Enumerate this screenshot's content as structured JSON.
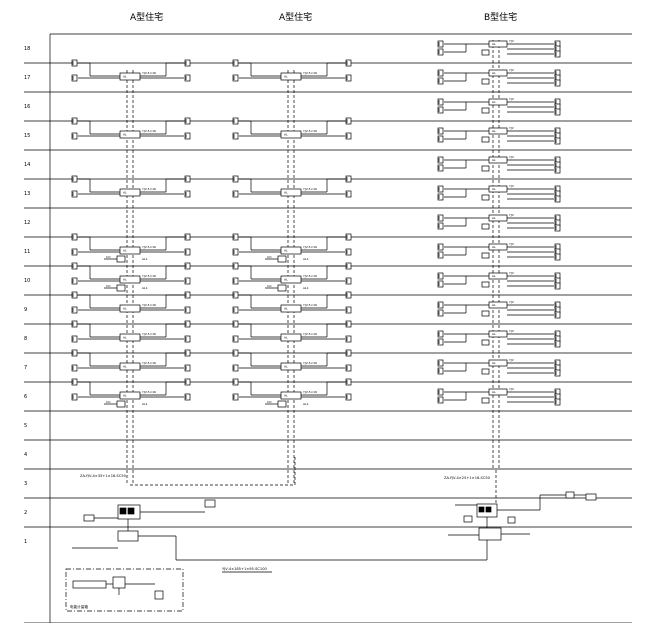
{
  "columns": [
    {
      "title": "A型住宅"
    },
    {
      "title": "A型住宅"
    },
    {
      "title": "B型住宅"
    }
  ],
  "floors": [
    "18",
    "17",
    "16",
    "15",
    "14",
    "13",
    "12",
    "11",
    "10",
    "9",
    "8",
    "7",
    "6",
    "5",
    "4",
    "3",
    "2",
    "1"
  ],
  "notes": {
    "a_bus": "ZA-YJV-4×35+1×16-SC50",
    "b_bus": "ZA-YJV-4×25+1×16-SC50",
    "main_feed": "YJV-4×185+1×95-SC100",
    "meter_box": "电能计量箱"
  },
  "colors": {
    "line": "#000000",
    "dash": "#000000",
    "background": "#ffffff"
  }
}
